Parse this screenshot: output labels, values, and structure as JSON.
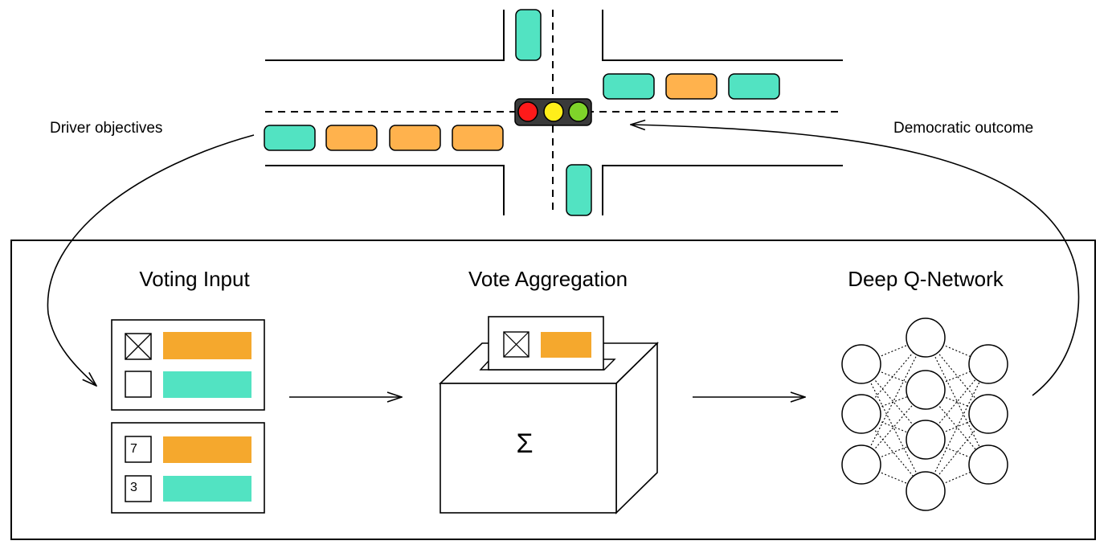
{
  "labels": {
    "driver_objectives": "Driver objectives",
    "democratic_outcome": "Democratic outcome"
  },
  "stages": {
    "voting_input": "Voting Input",
    "vote_aggregation": "Vote Aggregation",
    "deep_q_network": "Deep Q-Network"
  },
  "ballots": {
    "rank_top": "7",
    "rank_bottom": "3"
  },
  "aggregation_symbol": "Σ",
  "colors": {
    "teal": "#52e3c2",
    "orange": "#ffb24d",
    "ballot_orange": "#f5a82d",
    "signal_red": "#ff1a1a",
    "signal_yellow": "#ffee1a",
    "signal_green": "#7fd42a",
    "signal_housing": "#3a3a3a"
  },
  "icons": [
    "traffic-light-icon",
    "ballot-box-icon",
    "neural-network-icon",
    "car-icon"
  ]
}
